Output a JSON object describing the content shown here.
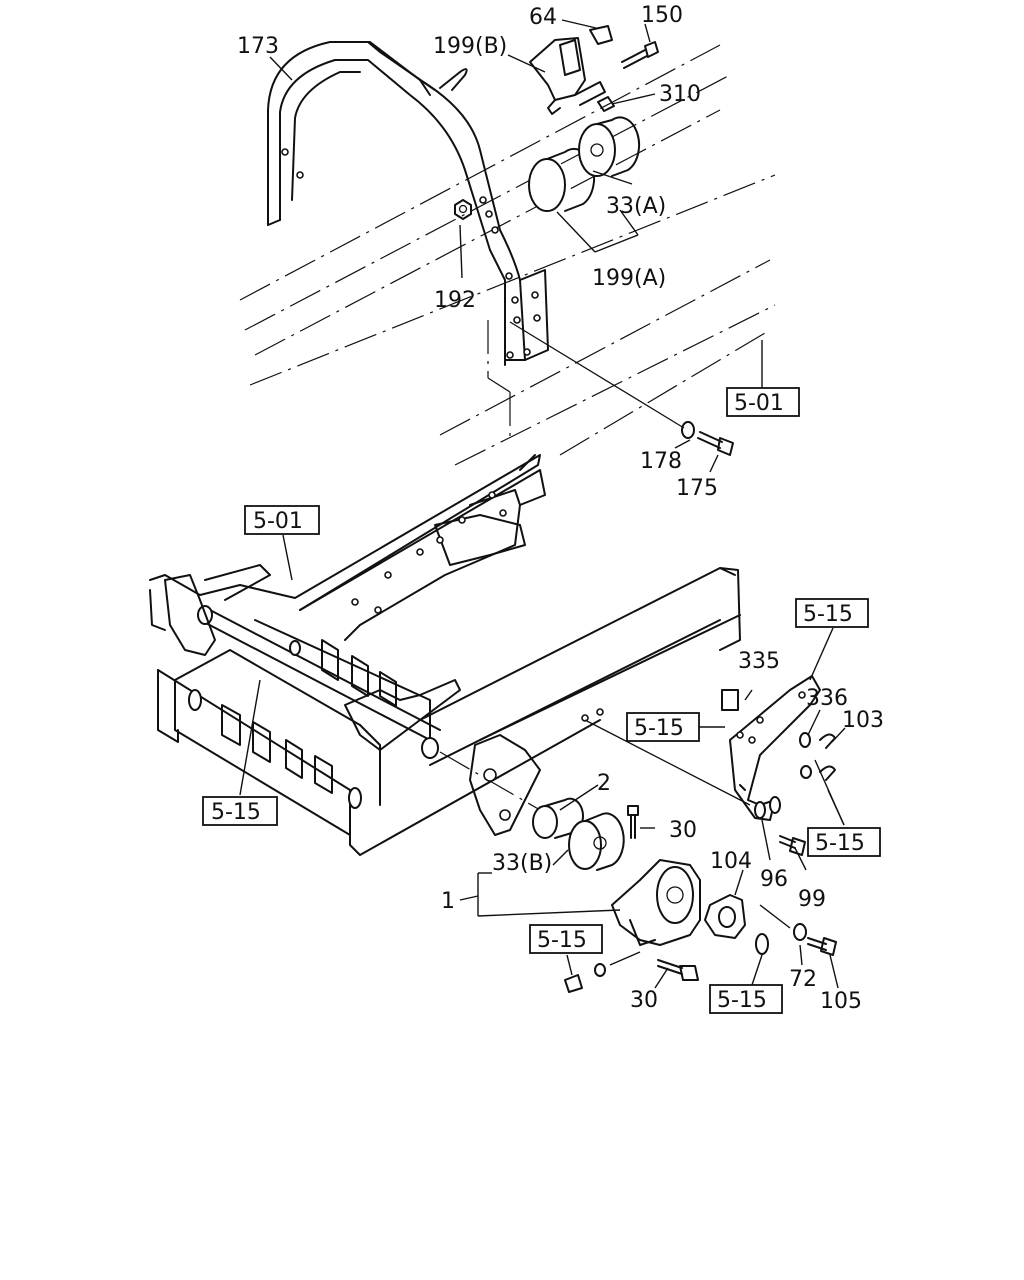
{
  "callouts": {
    "c173": "173",
    "c199b": "199(B)",
    "c64": "64",
    "c150": "150",
    "c310": "310",
    "c33a": "33(A)",
    "c199a": "199(A)",
    "c192": "192",
    "c178": "178",
    "c175": "175",
    "c335": "335",
    "c336": "336",
    "c103": "103",
    "c2": "2",
    "c30a": "30",
    "c33b": "33(B)",
    "c1": "1",
    "c104": "104",
    "c96": "96",
    "c99": "99",
    "c72": "72",
    "c105": "105",
    "c30b": "30"
  },
  "refs": {
    "r501_top": "5-01",
    "r501_left": "5-01",
    "r515_topright": "5-15",
    "r515_mid": "5-15",
    "r515_left": "5-15",
    "r515_right": "5-15",
    "r515_bottomleft": "5-15",
    "r515_bottom": "5-15"
  }
}
